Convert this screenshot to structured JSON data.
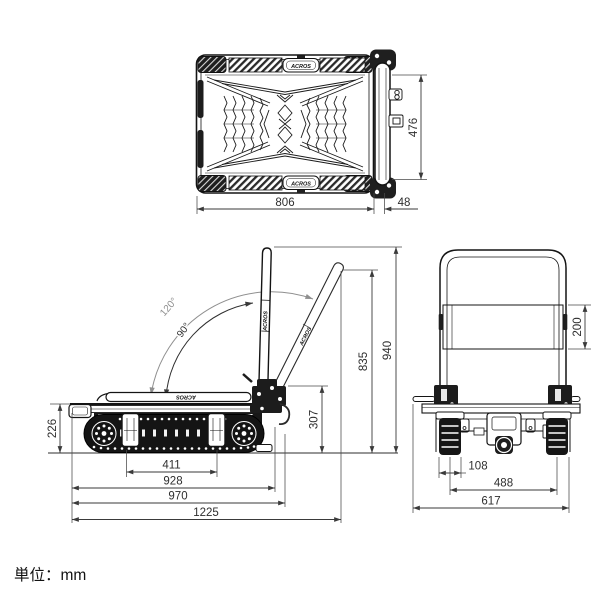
{
  "unit_label": "単位：mm",
  "brand_label": "ACROS",
  "top_view": {
    "width": "806",
    "handle_offset": "48",
    "handle_width": "476"
  },
  "side_view": {
    "deck_height": "226",
    "hinge_height": "307",
    "handle_height_open": "835",
    "handle_height_upright": "940",
    "roller_span": "411",
    "deck_length": "928",
    "length_with_hook": "970",
    "overall_length": "1225",
    "angle_open": "120°",
    "angle_upright": "90°"
  },
  "front_view": {
    "backrest_height": "200",
    "track_width": "108",
    "track_span": "488",
    "overall_width": "617"
  }
}
